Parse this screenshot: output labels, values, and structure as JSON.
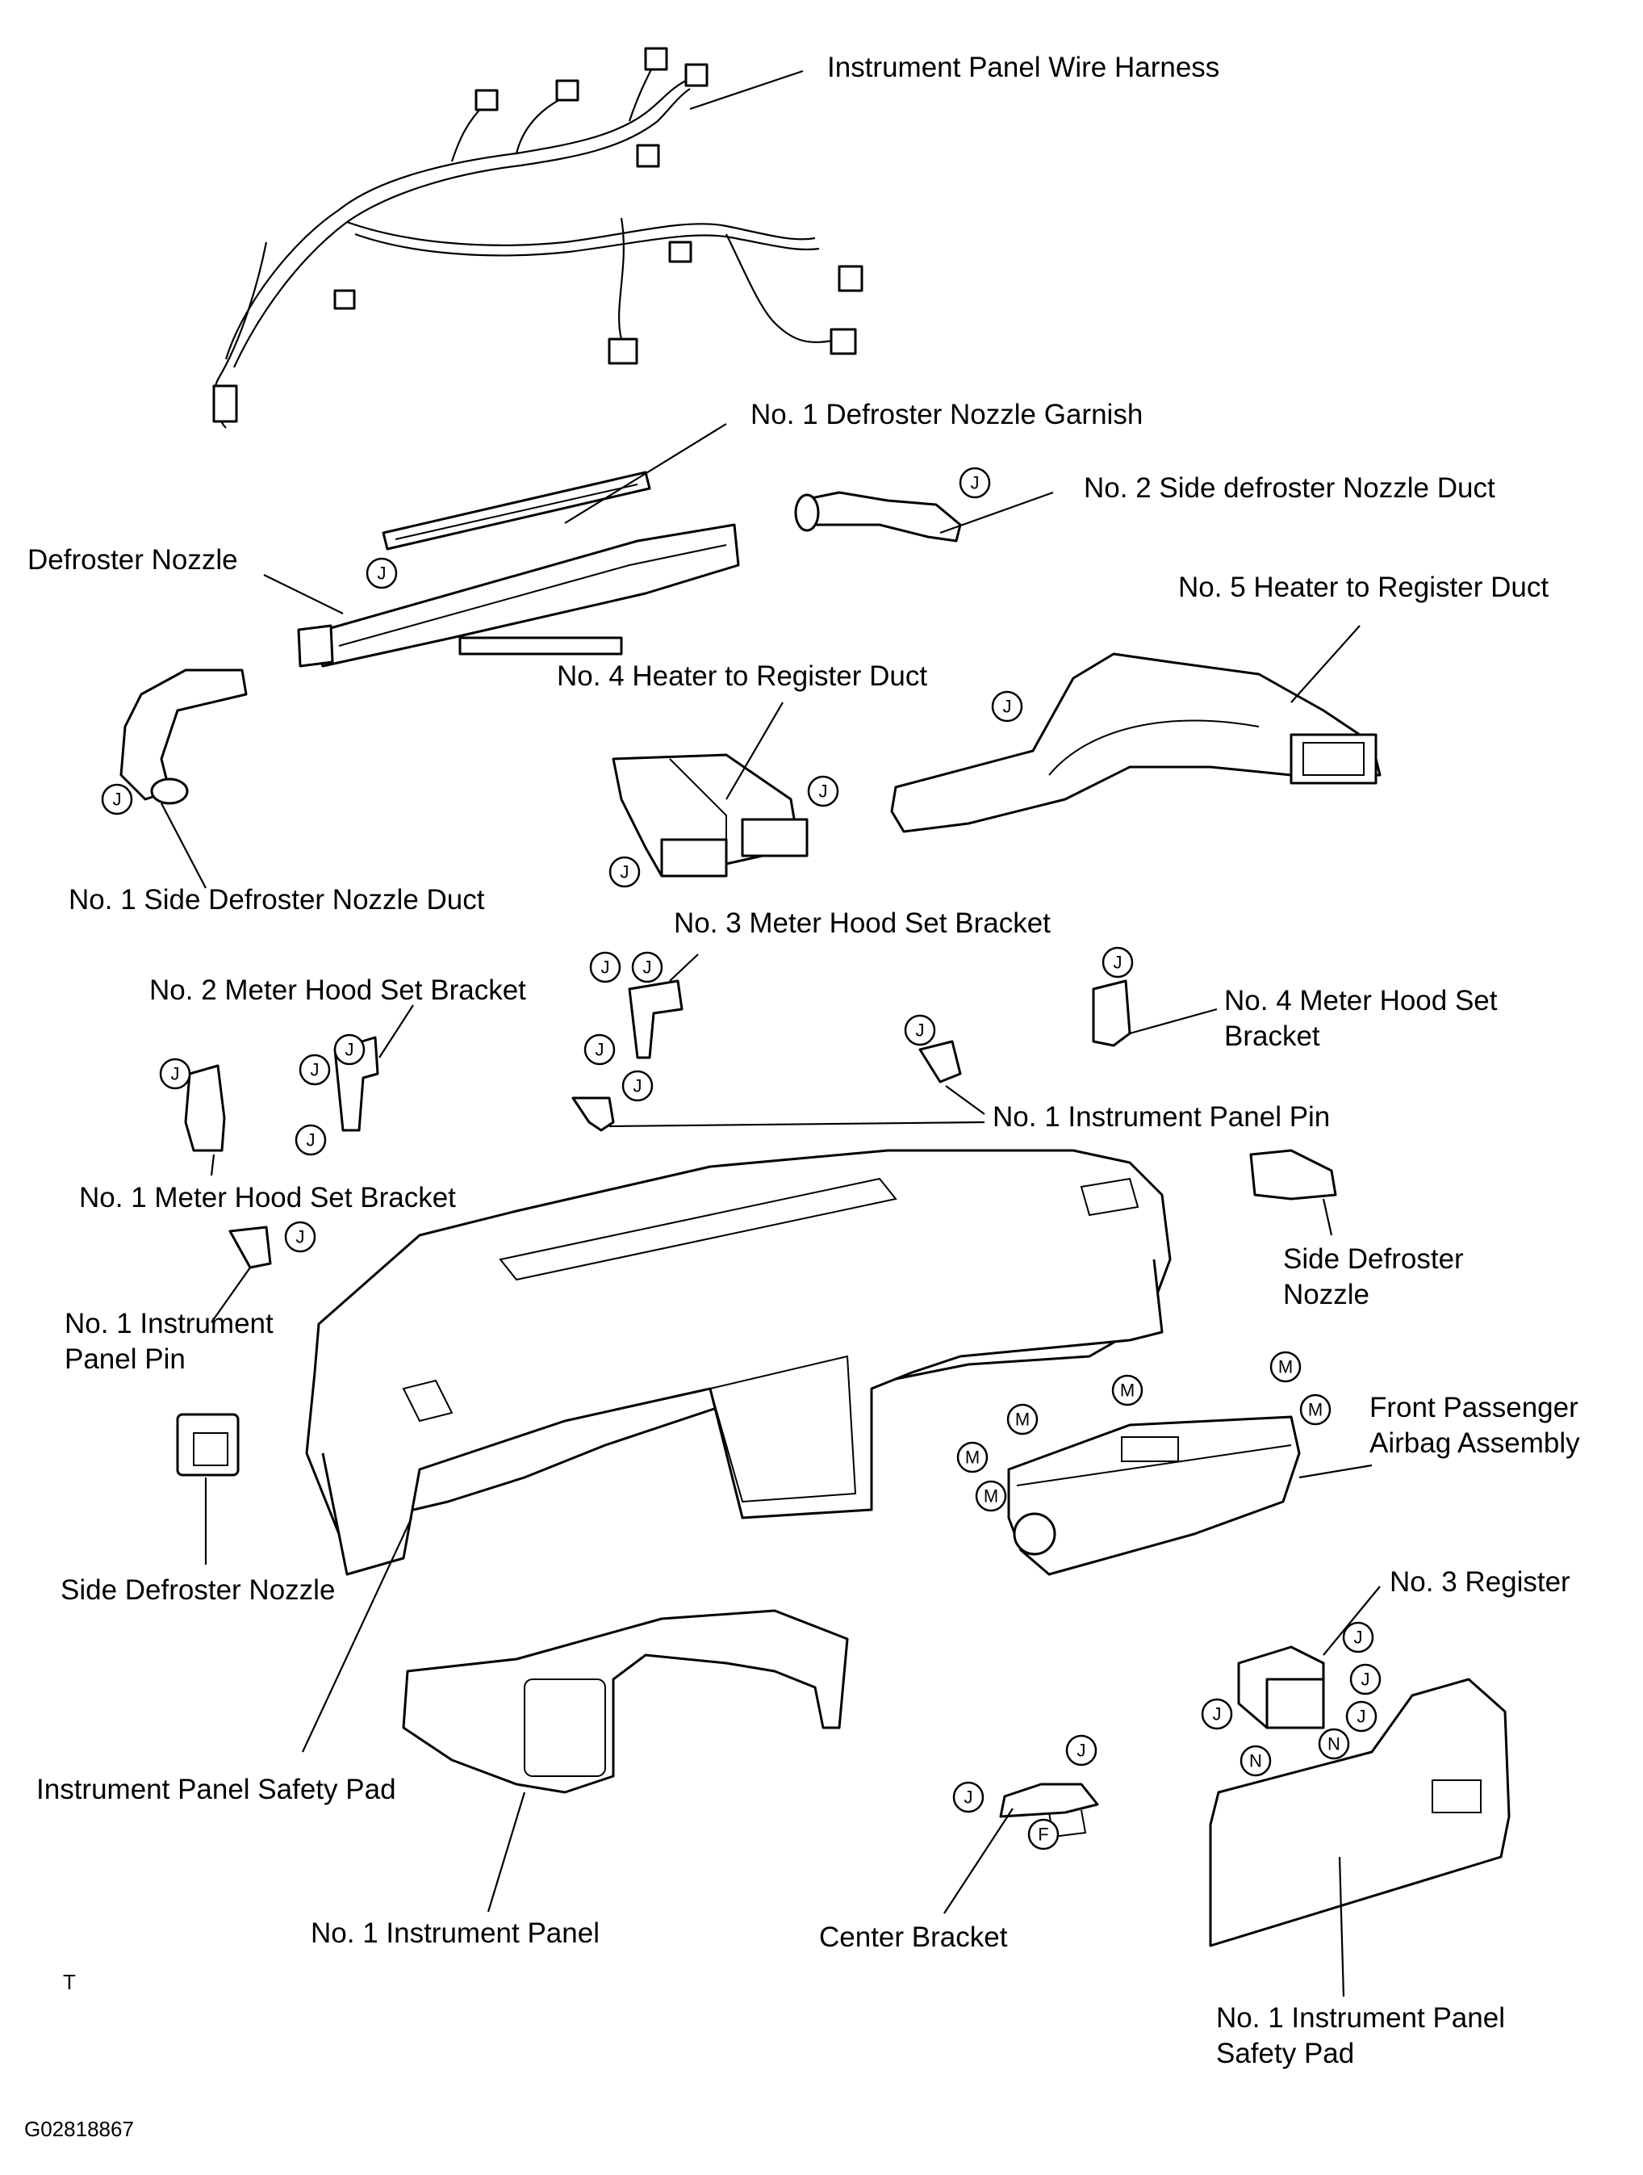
{
  "labels": {
    "wire_harness": "Instrument Panel Wire Harness",
    "defroster_nozzle_garnish": "No. 1 Defroster Nozzle Garnish",
    "side_defroster_duct_2": "No. 2 Side defroster Nozzle Duct",
    "defroster_nozzle": "Defroster Nozzle",
    "heater_register_duct_5": "No. 5 Heater to Register Duct",
    "heater_register_duct_4": "No. 4 Heater to Register Duct",
    "side_defroster_duct_1": "No. 1 Side Defroster Nozzle Duct",
    "meter_hood_bracket_3": "No. 3 Meter Hood Set Bracket",
    "meter_hood_bracket_2": "No. 2 Meter Hood Set Bracket",
    "meter_hood_bracket_4_line1": "No. 4 Meter Hood Set",
    "meter_hood_bracket_4_line2": "Bracket",
    "panel_pin_right": "No. 1 Instrument Panel Pin",
    "meter_hood_bracket_1": "No. 1 Meter Hood Set Bracket",
    "side_defroster_nozzle_right_line1": "Side Defroster",
    "side_defroster_nozzle_right_line2": "Nozzle",
    "panel_pin_left_line1": "No. 1 Instrument",
    "panel_pin_left_line2": "Panel Pin",
    "airbag_line1": "Front Passenger",
    "airbag_line2": "Airbag Assembly",
    "side_defroster_nozzle_left": "Side Defroster Nozzle",
    "register_3": "No. 3 Register",
    "safety_pad": "Instrument Panel Safety Pad",
    "instrument_panel_1": "No. 1 Instrument Panel",
    "center_bracket": "Center Bracket",
    "panel_safety_pad_1_line1": "No. 1 Instrument Panel",
    "panel_safety_pad_1_line2": "Safety Pad",
    "corner_mark": "T",
    "figure_id": "G02818867"
  },
  "clips": {
    "J": "J",
    "M": "M",
    "N": "N",
    "F": "F"
  }
}
